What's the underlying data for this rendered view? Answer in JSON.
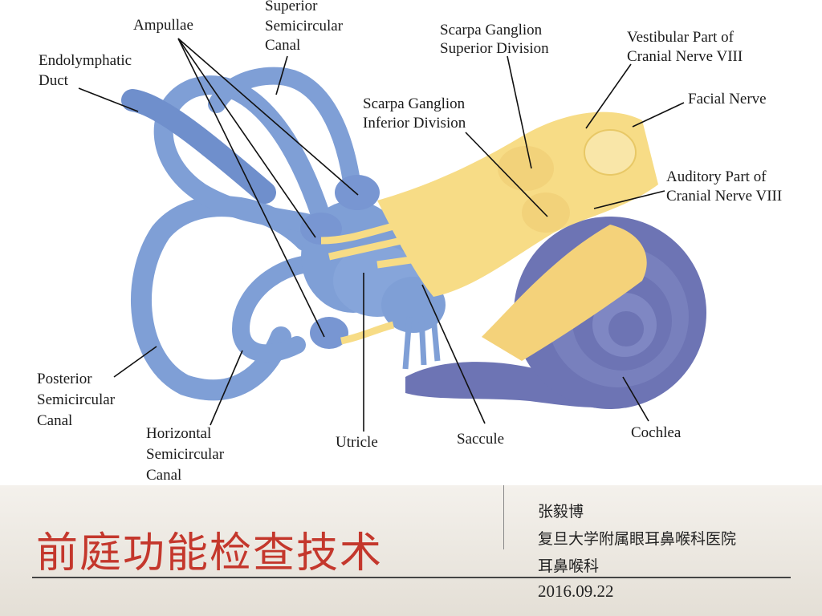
{
  "colors": {
    "labyrinth": "#7f9fd6",
    "labyrinth_dark": "#5f7fc0",
    "cochlea": "#6d74b4",
    "nerve": "#f7dc86",
    "title_red": "#c4372c"
  },
  "diagram": {
    "labels": {
      "superior_semicircular_canal": [
        "Superior",
        "Semicircular",
        "Canal"
      ],
      "ampullae": [
        "Ampullae"
      ],
      "endolymphatic_duct": [
        "Endolymphatic",
        "Duct"
      ],
      "scarpa_superior": [
        "Scarpa Ganglion",
        "Superior Division"
      ],
      "vestibular_part": [
        "Vestibular Part of",
        "Cranial Nerve VIII"
      ],
      "facial_nerve": [
        "Facial Nerve"
      ],
      "scarpa_inferior": [
        "Scarpa Ganglion",
        "Inferior Division"
      ],
      "auditory_part": [
        "Auditory Part of",
        "Cranial Nerve VIII"
      ],
      "posterior_semicircular_canal": [
        "Posterior",
        "Semicircular",
        "Canal"
      ],
      "horizontal_semicircular_canal": [
        "Horizontal",
        "Semicircular",
        "Canal"
      ],
      "utricle": [
        "Utricle"
      ],
      "saccule": [
        "Saccule"
      ],
      "cochlea": [
        "Cochlea"
      ]
    }
  },
  "footer": {
    "title": "前庭功能检查技术",
    "author": "张毅博",
    "affiliation": "复旦大学附属眼耳鼻喉科医院",
    "department": "耳鼻喉科",
    "date": "2016.09.22"
  }
}
